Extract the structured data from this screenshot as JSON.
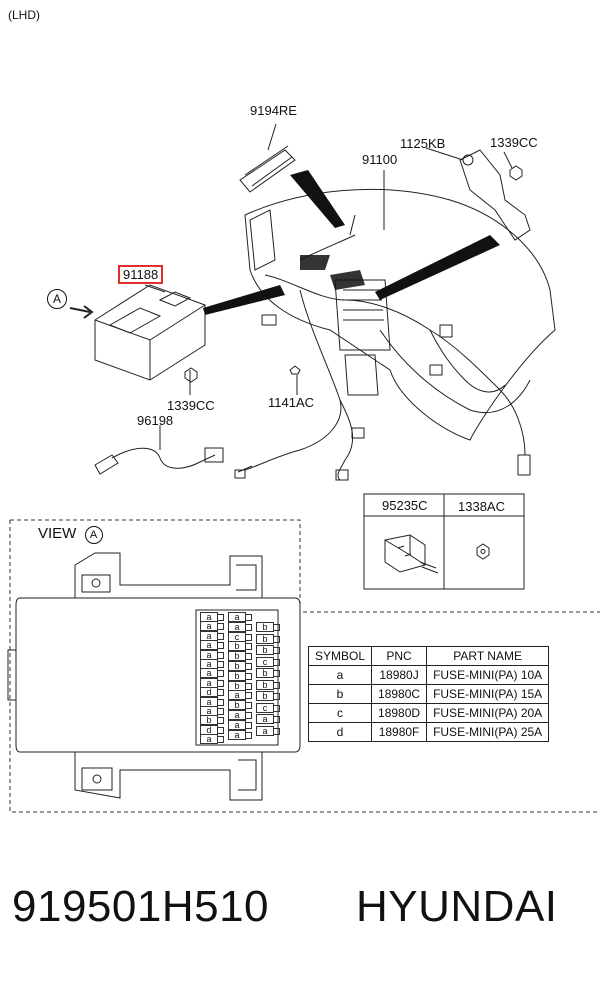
{
  "header": {
    "lhd": "(LHD)"
  },
  "labels": {
    "p9194RE": "9194RE",
    "p1125KB": "1125KB",
    "p1339CC_top": "1339CC",
    "p91100": "91100",
    "p91188": "91188",
    "p1339CC_bottom": "1339CC",
    "p1141AC": "1141AC",
    "p96198": "96198",
    "marker_a": "A"
  },
  "inset_parts": {
    "col1": "95235C",
    "col2": "1338AC"
  },
  "view": {
    "title": "VIEW",
    "marker": "A"
  },
  "fuse_letters_col1": [
    "a",
    "a",
    "a",
    "a",
    "a",
    "a",
    "a",
    "a",
    "d",
    "a",
    "a",
    "b",
    "d",
    "a"
  ],
  "fuse_letters_col2": [
    "a",
    "a",
    "c",
    "b",
    "b",
    "b",
    "b",
    "b",
    "a",
    "b",
    "a",
    "a",
    "a"
  ],
  "fuse_letters_col3": [
    "b",
    "b",
    "b",
    "c",
    "b",
    "b",
    "b",
    "c",
    "a",
    "a"
  ],
  "table": {
    "headers": [
      "SYMBOL",
      "PNC",
      "PART NAME"
    ],
    "rows": [
      {
        "symbol": "a",
        "pnc": "18980J",
        "name": "FUSE-MINI(PA) 10A"
      },
      {
        "symbol": "b",
        "pnc": "18980C",
        "name": "FUSE-MINI(PA) 15A"
      },
      {
        "symbol": "c",
        "pnc": "18980D",
        "name": "FUSE-MINI(PA) 20A"
      },
      {
        "symbol": "d",
        "pnc": "18980F",
        "name": "FUSE-MINI(PA) 25A"
      }
    ]
  },
  "footer": {
    "part_number": "919501H510",
    "brand": "HYUNDAI"
  },
  "colors": {
    "highlight": "#e0302a",
    "line": "#222222"
  }
}
